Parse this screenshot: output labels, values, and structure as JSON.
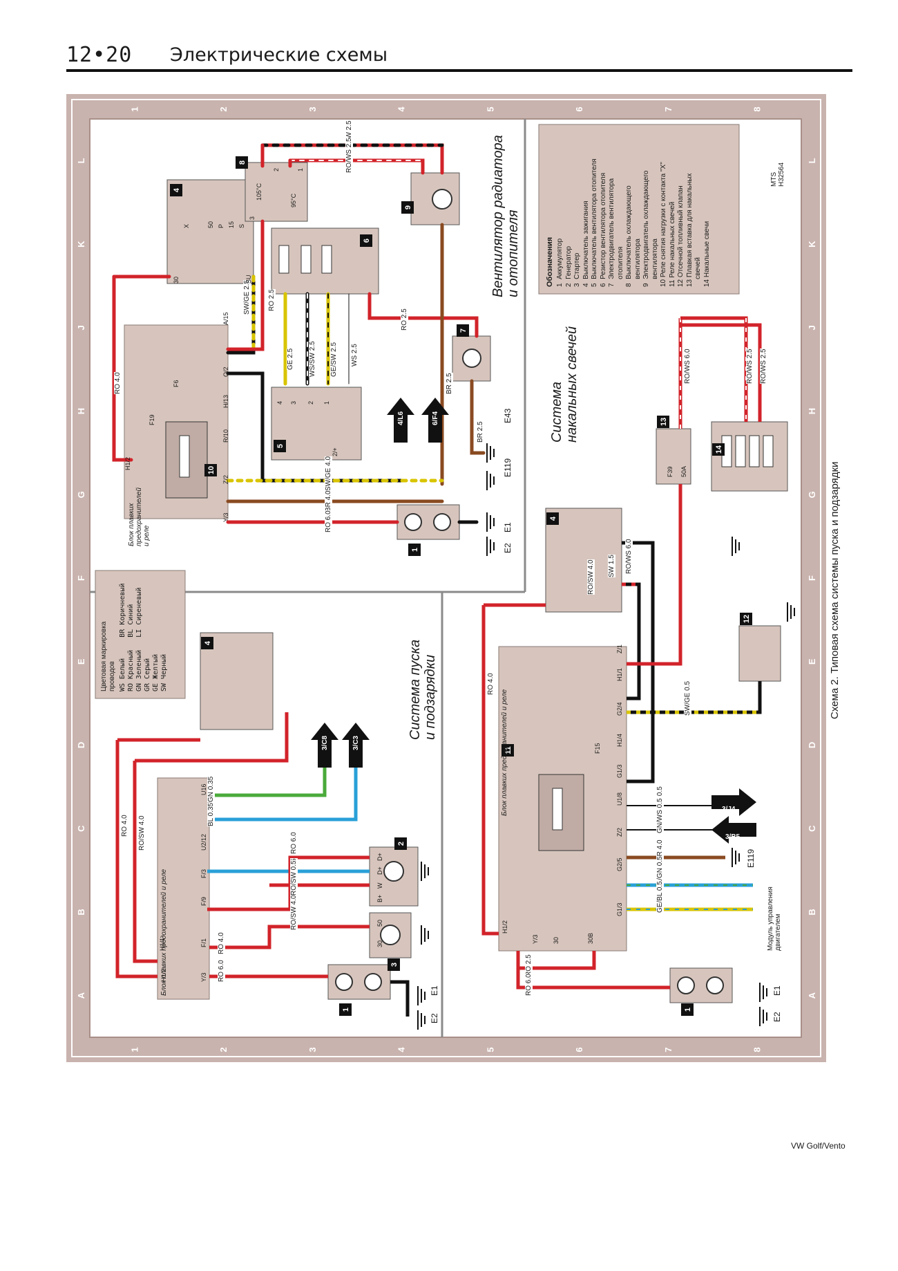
{
  "header": {
    "page_number": "12•20",
    "title": "Электрические схемы"
  },
  "footer": {
    "text": "VW Golf/Vento"
  },
  "frame": {
    "column_labels": [
      "1",
      "2",
      "3",
      "4",
      "5",
      "6",
      "7",
      "8"
    ],
    "row_labels": [
      "L",
      "K",
      "J",
      "H",
      "G",
      "F",
      "E",
      "D",
      "C",
      "B",
      "A"
    ],
    "code": "MTS\nH32564"
  },
  "caption": "Схема 2. Типовая схема системы пуска и подзарядки",
  "section_titles": {
    "fan": "Вентилятор радиатора\nи отопителя",
    "glow": "Система\nнакальных свечей",
    "start": "Система пуска\nи подзарядки"
  },
  "legend": {
    "title": "Обозначения",
    "items": [
      "1  Аккумулятор",
      "2  Генератор",
      "3  Стартер",
      "4  Выключатель зажигания",
      "5  Выключатель вентилятора отопителя",
      "6  Резистор вентилятора отопителя",
      "7  Электродвигатель вентилятора",
      "    отопителя",
      "8  Выключатель охлаждающего",
      "    вентилятора",
      "9  Электродвигатель охлаждающего",
      "    вентилятора",
      "10 Реле снятия нагрузки с контакта \"X\"",
      "11 Реле накальных свечей",
      "12 Отсечной топливный клапан",
      "13 Плавкая вставка для накальных",
      "    свечей",
      "14 Накальные свечи"
    ]
  },
  "color_code": {
    "title": "Цветовая маркировка\nпроводов",
    "items": [
      "WS Белый     BR Коричневый",
      "RO Красный   BL Синий",
      "GN Зеленый   LI Сиреневый",
      "GR Серый",
      "GE Желтый",
      "SW Черный"
    ]
  },
  "component_numbers": [
    "1",
    "2",
    "3",
    "4",
    "5",
    "6",
    "7",
    "8",
    "9",
    "10",
    "11",
    "12",
    "13",
    "14"
  ],
  "wires_fan": [
    "RO/SW 2.5",
    "RO/WS 2.5",
    "RO 2.5",
    "SW/GE 2.5",
    "RO 2.5",
    "GE 2.5",
    "WS/SW 2.5",
    "GE/SW 2.5",
    "WS 2.5",
    "BR 2.5",
    "BR 2.5",
    "RO 4.0",
    "SW/GE 4.0",
    "BR 4.0",
    "RO 6.0"
  ],
  "wires_start": [
    "GN 0.35",
    "BL 0.35",
    "RO 6.0",
    "BL 0.5",
    "RO/SW 0.5",
    "RO/SW 4.0",
    "RO 4.0",
    "RO 6.0",
    "RO 4.0",
    "RO/SW 4.0"
  ],
  "wires_glow": [
    "RO 4.0",
    "RO/SW 4.0",
    "SW 1.5",
    "RO/WS 6.0",
    "SW/GE 0.5",
    "WS 0.5",
    "GN/WS 0.5",
    "BR 4.0",
    "BL/GN 0.5",
    "GE/BL 0.5",
    "RO 2.5",
    "RO 6.0",
    "RO/WS 6.0",
    "RO/WS 2.5",
    "RO/WS 2.5"
  ],
  "relay_block_label": "Блок плавких\nпредохранителей\nи реле",
  "relay_block_label_inline": "Блок плавких предохранителей и реле",
  "terminals": {
    "ignition": [
      "30",
      "X",
      "50",
      "P",
      "15",
      "S",
      "SU"
    ],
    "relay10": [
      "A/15",
      "Q/2",
      "H/13",
      "R/10",
      "Z/2",
      "Y/3",
      "H1/2"
    ],
    "fuses": [
      "F19",
      "F6",
      "F15",
      "F39",
      "50A"
    ],
    "fan_switch": [
      "4",
      "3",
      "2",
      "1",
      "2/+"
    ],
    "thermo": [
      "105°C",
      "95°C",
      "3",
      "2",
      "1"
    ],
    "start_block": [
      "U16",
      "U2/12",
      "F/3",
      "F/9",
      "H1/1",
      "F/1",
      "Y/3",
      "H1/2"
    ],
    "glow_block": [
      "Z/1",
      "H1/1",
      "G2/4",
      "H1/4",
      "G1/3",
      "U1/8",
      "Z/2",
      "G2/5",
      "G1/3",
      "H1/2",
      "Y/3",
      "30",
      "30B"
    ],
    "alt": [
      "D+",
      "D+",
      "W",
      "B+"
    ],
    "starter_pins": [
      "50",
      "30"
    ]
  },
  "connectors": {
    "fan": [
      "4/L6",
      "6/F4"
    ],
    "start": [
      "3/C8",
      "3/C3"
    ],
    "glow": [
      "3/J4",
      "3/B5"
    ]
  },
  "grounds": [
    "E43",
    "E119",
    "E1",
    "E2",
    "E1",
    "E2",
    "E1",
    "E2",
    "E119"
  ],
  "ecu_note": "Модуль управления\nдвигателем"
}
